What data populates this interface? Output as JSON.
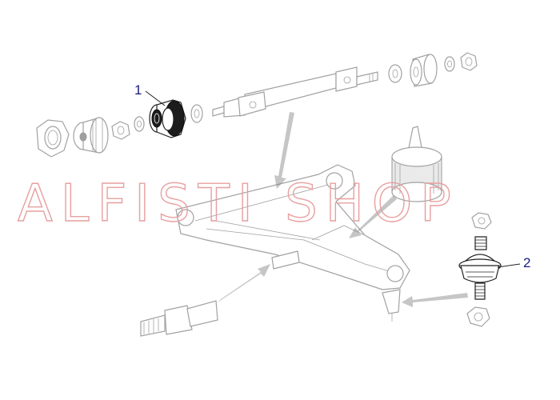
{
  "watermark": "ALFISTI SHOP",
  "callouts": [
    {
      "label": "1"
    },
    {
      "label": "2"
    }
  ],
  "colors": {
    "callout": "#1a1a80",
    "watermark": "#e8a0a0",
    "line": "#222222",
    "arrow": "#777777"
  }
}
